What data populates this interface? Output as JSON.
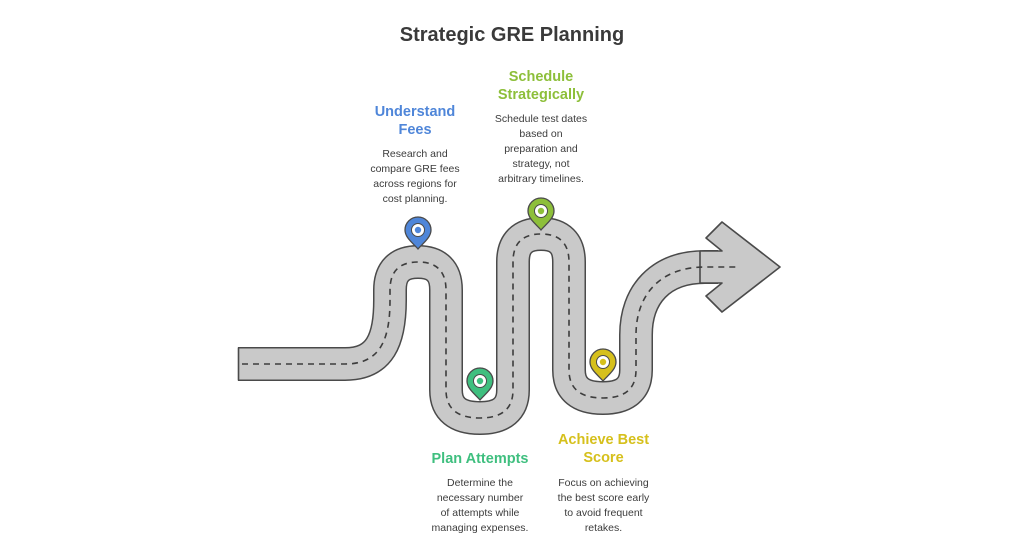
{
  "title": "Strategic GRE Planning",
  "colors": {
    "road_fill": "#c9c9c9",
    "road_outline": "#4a4a4a",
    "road_dash": "#3d3d3d",
    "understand": "#4f86d9",
    "schedule": "#8dbf3a",
    "plan": "#3fbf7f",
    "achieve": "#d6c01c"
  },
  "steps": [
    {
      "id": "understand",
      "title": "Understand\nFees",
      "description": "Research and\ncompare GRE fees\nacross regions for\ncost planning."
    },
    {
      "id": "schedule",
      "title": "Schedule\nStrategically",
      "description": "Schedule test dates\nbased on\npreparation and\nstrategy, not\narbitrary timelines."
    },
    {
      "id": "plan",
      "title": "Plan Attempts",
      "description": "Determine the\nnecessary number\nof attempts while\nmanaging expenses."
    },
    {
      "id": "achieve",
      "title": "Achieve Best\nScore",
      "description": "Focus on achieving\nthe best score early\nto avoid frequent\nretakes."
    }
  ],
  "icons": {
    "pin": "map-pin-icon",
    "arrow": "arrow-right-icon"
  }
}
